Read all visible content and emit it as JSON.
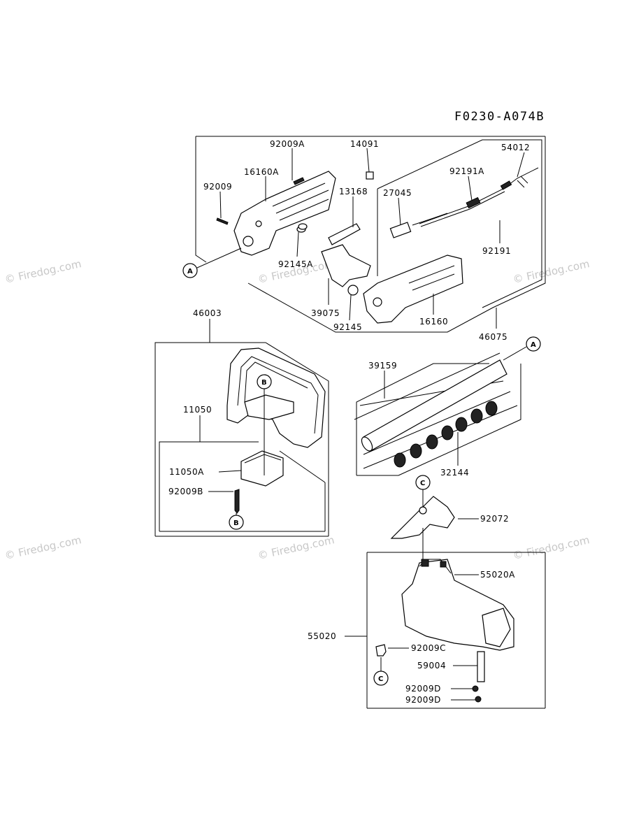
{
  "diagram_code": "F0230-A074B",
  "watermark": "© Firedog.com",
  "callouts": [
    "A",
    "B",
    "C"
  ],
  "parts": {
    "p92009A": "92009A",
    "p14091": "14091",
    "p54012": "54012",
    "p16160A": "16160A",
    "p92009": "92009",
    "p13168": "13168",
    "p27045": "27045",
    "p92191A": "92191A",
    "p92191": "92191",
    "p92145A": "92145A",
    "p39075": "39075",
    "p92145": "92145",
    "p16160": "16160",
    "p46075": "46075",
    "p46003": "46003",
    "p39159": "39159",
    "p11050": "11050",
    "p11050A": "11050A",
    "p92009B": "92009B",
    "p32144": "32144",
    "p92072": "92072",
    "p55020A": "55020A",
    "p55020": "55020",
    "p92009C": "92009C",
    "p59004": "59004",
    "p92009D_1": "92009D",
    "p92009D_2": "92009D"
  }
}
